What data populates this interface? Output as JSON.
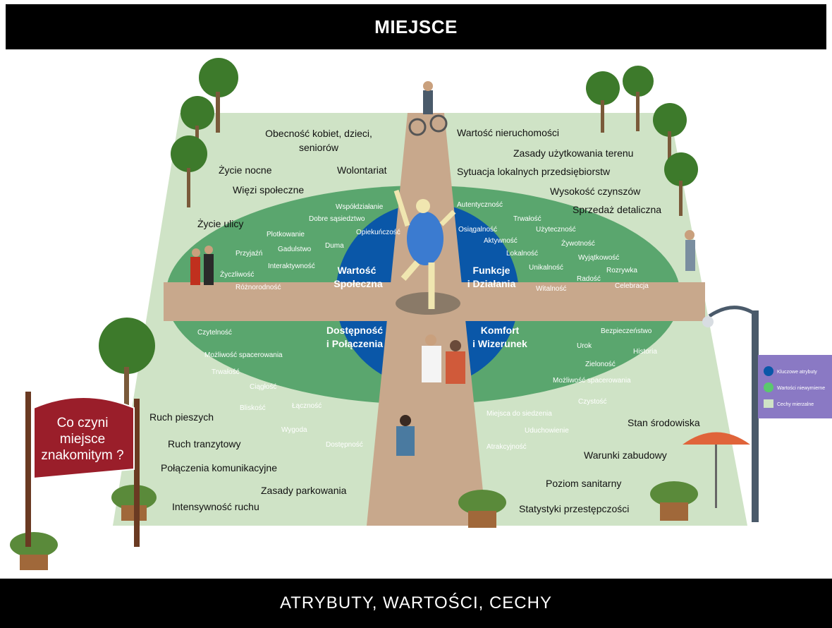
{
  "header": {
    "title": "MIEJSCE"
  },
  "footer": {
    "title": "ATRYBUTY, WARTOŚCI, CECHY"
  },
  "colors": {
    "ground": "#cfe3c6",
    "outer_field": "#b8d8b0",
    "ellipse": "#5aa66e",
    "core_blue": "#0a57a8",
    "path": "#c8a88c",
    "sign": "#9a1e2a",
    "legend_panel": "#8a79c4"
  },
  "sign": {
    "lines": [
      "Co czyni",
      "miejsce",
      "znakomitym ?"
    ]
  },
  "legend": {
    "items": [
      "Kluczowe atrybuty",
      "Wartości niewymierne",
      "Cechy mierzalne"
    ]
  },
  "quadrants": {
    "tl": {
      "core": [
        "Wartość",
        "Społeczna"
      ],
      "intangibles": [
        "Współdziałanie",
        "Dobre sąsiedztwo",
        "Opiekuńczość",
        "Plotkowanie",
        "Gadulstwo",
        "Duma",
        "Przyjaźń",
        "Interaktywność",
        "Życzliwość",
        "Różnorodność"
      ],
      "measurables": [
        "Obecność kobiet, dzieci,",
        "seniorów",
        "Wolontariat",
        "Życie nocne",
        "Więzi społeczne",
        "Życie ulicy"
      ]
    },
    "tr": {
      "core": [
        "Funkcje",
        "i Działania"
      ],
      "intangibles": [
        "Autentyczność",
        "Trwałość",
        "Osiągalność",
        "Użyteczność",
        "Aktywność",
        "Żywotność",
        "Lokalność",
        "Wyjątkowość",
        "Unikalność",
        "Rozrywka",
        "Radość",
        "Witalność",
        "Celebracja"
      ],
      "measurables": [
        "Wartość nieruchomości",
        "Zasady użytkowania terenu",
        "Sytuacja lokalnych przedsiębiorstw",
        "Wysokość czynszów",
        "Sprzedaż detaliczna"
      ]
    },
    "bl": {
      "core": [
        "Dostępność",
        "i Połączenia"
      ],
      "intangibles": [
        "Czytelność",
        "Możliwość spacerowania",
        "Trwałość",
        "Ciągłość",
        "Bliskość",
        "Łączność",
        "Wygoda",
        "Dostępność"
      ],
      "measurables": [
        "Ruch pieszych",
        "Ruch tranzytowy",
        "Połączenia komunikacyjne",
        "Zasady parkowania",
        "Intensywność ruchu"
      ]
    },
    "br": {
      "core": [
        "Komfort",
        "i Wizerunek"
      ],
      "intangibles": [
        "Bezpieczeństwo",
        "Urok",
        "Historia",
        "Zieloność",
        "Możliwość spacerowania",
        "Czystość",
        "Miejsca do siedzenia",
        "Uduchowienie",
        "Atrakcyjność"
      ],
      "measurables": [
        "Stan środowiska",
        "Warunki zabudowy",
        "Poziom sanitarny",
        "Statystyki przestępczości"
      ]
    }
  }
}
